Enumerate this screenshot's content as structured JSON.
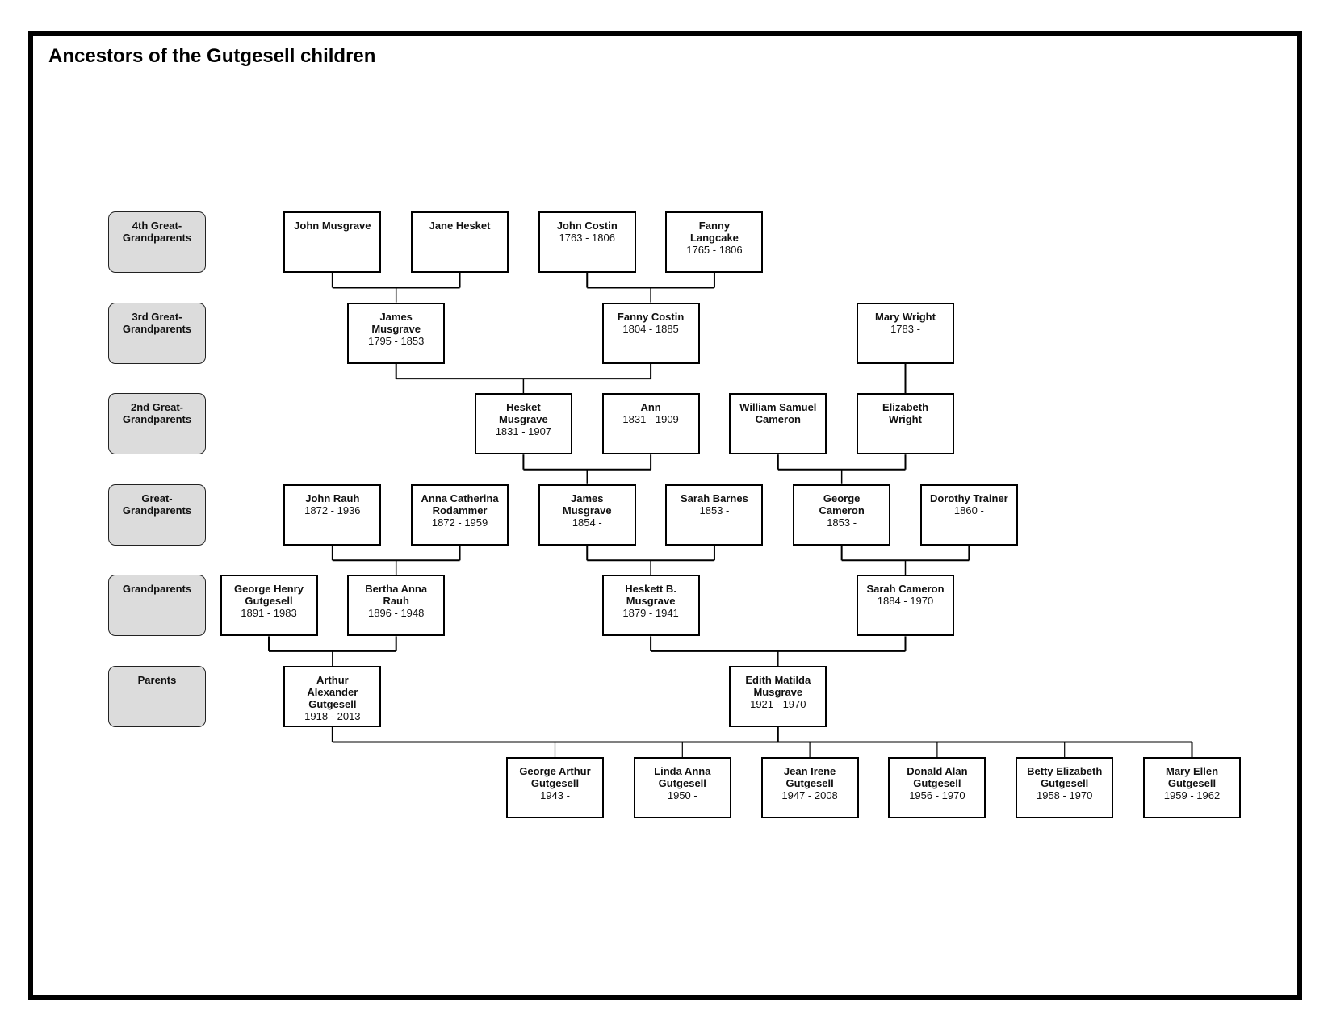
{
  "title": "Ancestors of the Gutgesell children",
  "generations": [
    [
      "4th Great-",
      "Grandparents"
    ],
    [
      "3rd Great-",
      "Grandparents"
    ],
    [
      "2nd Great-",
      "Grandparents"
    ],
    [
      "Great-",
      "Grandparents"
    ],
    [
      "Grandparents"
    ],
    [
      "Parents"
    ]
  ],
  "people": {
    "john_musgrave": {
      "name": [
        "John Musgrave"
      ],
      "dates": ""
    },
    "jane_hesket": {
      "name": [
        "Jane Hesket"
      ],
      "dates": ""
    },
    "john_costin": {
      "name": [
        "John Costin"
      ],
      "dates": "1763 - 1806"
    },
    "fanny_langcake": {
      "name": [
        "Fanny",
        "Langcake"
      ],
      "dates": "1765 - 1806"
    },
    "james_musgrave_1795": {
      "name": [
        "James",
        "Musgrave"
      ],
      "dates": "1795 - 1853"
    },
    "fanny_costin": {
      "name": [
        "Fanny Costin"
      ],
      "dates": "1804 - 1885"
    },
    "mary_wright": {
      "name": [
        "Mary Wright"
      ],
      "dates": "1783 -"
    },
    "hesket_musgrave": {
      "name": [
        "Hesket",
        "Musgrave"
      ],
      "dates": "1831 - 1907"
    },
    "ann": {
      "name": [
        "Ann"
      ],
      "dates": "1831 - 1909"
    },
    "william_samuel_cameron": {
      "name": [
        "William Samuel",
        "Cameron"
      ],
      "dates": ""
    },
    "elizabeth_wright": {
      "name": [
        "Elizabeth",
        "Wright"
      ],
      "dates": ""
    },
    "john_rauh": {
      "name": [
        "John Rauh"
      ],
      "dates": "1872 - 1936"
    },
    "anna_catherina_rodammer": {
      "name": [
        "Anna Catherina",
        "Rodammer"
      ],
      "dates": "1872 - 1959"
    },
    "james_musgrave_1854": {
      "name": [
        "James",
        "Musgrave"
      ],
      "dates": "1854 -"
    },
    "sarah_barnes": {
      "name": [
        "Sarah Barnes"
      ],
      "dates": "1853 -"
    },
    "george_cameron": {
      "name": [
        "George",
        "Cameron"
      ],
      "dates": "1853 -"
    },
    "dorothy_trainer": {
      "name": [
        "Dorothy Trainer"
      ],
      "dates": "1860 -"
    },
    "george_henry_gutgesell": {
      "name": [
        "George Henry",
        "Gutgesell"
      ],
      "dates": "1891 - 1983"
    },
    "bertha_anna_rauh": {
      "name": [
        "Bertha Anna",
        "Rauh"
      ],
      "dates": "1896 - 1948"
    },
    "heskett_b_musgrave": {
      "name": [
        "Heskett B.",
        "Musgrave"
      ],
      "dates": "1879 - 1941"
    },
    "sarah_cameron": {
      "name": [
        "Sarah Cameron"
      ],
      "dates": "1884 - 1970"
    },
    "arthur_alexander_gutgesell": {
      "name": [
        "Arthur",
        "Alexander",
        "Gutgesell"
      ],
      "dates": "1918 - 2013"
    },
    "edith_matilda_musgrave": {
      "name": [
        "Edith Matilda",
        "Musgrave"
      ],
      "dates": "1921 - 1970"
    },
    "george_arthur_gutgesell": {
      "name": [
        "George Arthur",
        "Gutgesell"
      ],
      "dates": "1943 -"
    },
    "linda_anna_gutgesell": {
      "name": [
        "Linda Anna",
        "Gutgesell"
      ],
      "dates": "1950 -"
    },
    "jean_irene_gutgesell": {
      "name": [
        "Jean Irene",
        "Gutgesell"
      ],
      "dates": "1947 - 2008"
    },
    "donald_alan_gutgesell": {
      "name": [
        "Donald Alan",
        "Gutgesell"
      ],
      "dates": "1956 - 1970"
    },
    "betty_elizabeth_gutgesell": {
      "name": [
        "Betty Elizabeth",
        "Gutgesell"
      ],
      "dates": "1958 - 1970"
    },
    "mary_ellen_gutgesell": {
      "name": [
        "Mary Ellen",
        "Gutgesell"
      ],
      "dates": "1959 - 1962"
    }
  }
}
